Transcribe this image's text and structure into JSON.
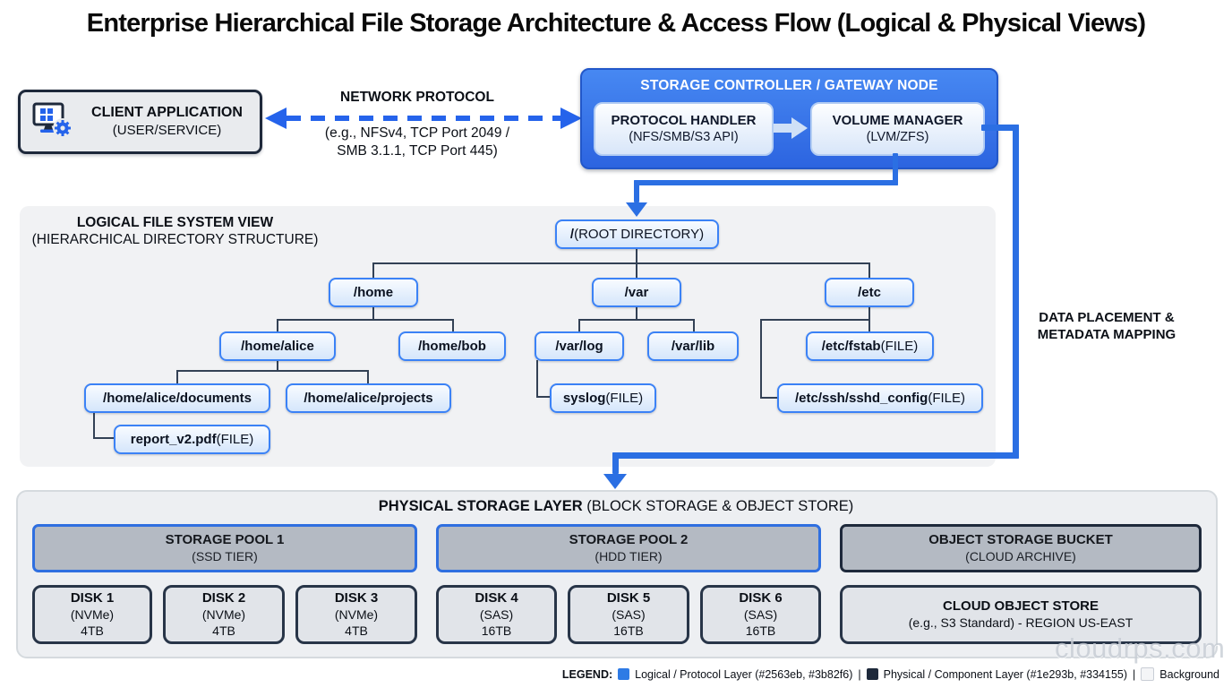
{
  "title": "Enterprise Hierarchical File Storage Architecture & Access Flow (Logical & Physical Views)",
  "client": {
    "title": "CLIENT APPLICATION",
    "subtitle": "(USER/SERVICE)"
  },
  "network": {
    "label": "NETWORK PROTOCOL",
    "line1": "(e.g., NFSv4, TCP Port 2049 /",
    "line2": "SMB 3.1.1, TCP Port 445)"
  },
  "controller": {
    "title": "STORAGE CONTROLLER / GATEWAY NODE",
    "handler": {
      "title": "PROTOCOL HANDLER",
      "subtitle": "(NFS/SMB/S3 API)"
    },
    "volume": {
      "title": "VOLUME MANAGER",
      "subtitle": "(LVM/ZFS)"
    }
  },
  "logical": {
    "title": "LOGICAL FILE SYSTEM VIEW",
    "subtitle": "(HIERARCHICAL DIRECTORY STRUCTURE)",
    "nodes": [
      {
        "label": "/",
        "suffix": " (ROOT DIRECTORY)"
      },
      {
        "label": "/home",
        "suffix": ""
      },
      {
        "label": "/var",
        "suffix": ""
      },
      {
        "label": "/etc",
        "suffix": ""
      },
      {
        "label": "/home/alice",
        "suffix": ""
      },
      {
        "label": "/home/bob",
        "suffix": ""
      },
      {
        "label": "/var/log",
        "suffix": ""
      },
      {
        "label": "/var/lib",
        "suffix": ""
      },
      {
        "label": "/etc/fstab",
        "suffix": " (FILE)"
      },
      {
        "label": "/home/alice/documents",
        "suffix": ""
      },
      {
        "label": "/home/alice/projects",
        "suffix": ""
      },
      {
        "label": "syslog",
        "suffix": " (FILE)"
      },
      {
        "label": "/etc/ssh/sshd_config",
        "suffix": " (FILE)"
      },
      {
        "label": "report_v2.pdf",
        "suffix": " (FILE)"
      }
    ]
  },
  "mapping": {
    "line1": "DATA PLACEMENT &",
    "line2": "METADATA MAPPING"
  },
  "physical": {
    "title_bold": "PHYSICAL STORAGE LAYER",
    "title_rest": " (BLOCK STORAGE & OBJECT STORE)",
    "pools": [
      {
        "title": "STORAGE POOL 1",
        "subtitle": "(SSD TIER)"
      },
      {
        "title": "STORAGE POOL 2",
        "subtitle": "(HDD TIER)"
      }
    ],
    "bucket": {
      "title": "OBJECT STORAGE BUCKET",
      "subtitle": "(CLOUD ARCHIVE)"
    },
    "disks": [
      {
        "name": "DISK 1",
        "type": "(NVMe)",
        "size": "4TB"
      },
      {
        "name": "DISK 2",
        "type": "(NVMe)",
        "size": "4TB"
      },
      {
        "name": "DISK 3",
        "type": "(NVMe)",
        "size": "4TB"
      },
      {
        "name": "DISK 4",
        "type": "(SAS)",
        "size": "16TB"
      },
      {
        "name": "DISK 5",
        "type": "(SAS)",
        "size": "16TB"
      },
      {
        "name": "DISK 6",
        "type": "(SAS)",
        "size": "16TB"
      }
    ],
    "cloud": {
      "title": "CLOUD OBJECT STORE",
      "subtitle": "(e.g., S3 Standard) - REGION US-EAST"
    }
  },
  "legend": {
    "label": "LEGEND:",
    "sep1": "|",
    "sep2": "|",
    "items": [
      {
        "text": "Logical / Protocol Layer (#2563eb, #3b82f6)"
      },
      {
        "text": "Physical / Component Layer (#1e293b, #334155)"
      },
      {
        "text": "Background"
      }
    ]
  },
  "colors": {
    "logical": [
      "#2563eb",
      "#3b82f6"
    ],
    "physical": [
      "#1e293b",
      "#334155"
    ]
  },
  "watermark": "cloudrps.com"
}
